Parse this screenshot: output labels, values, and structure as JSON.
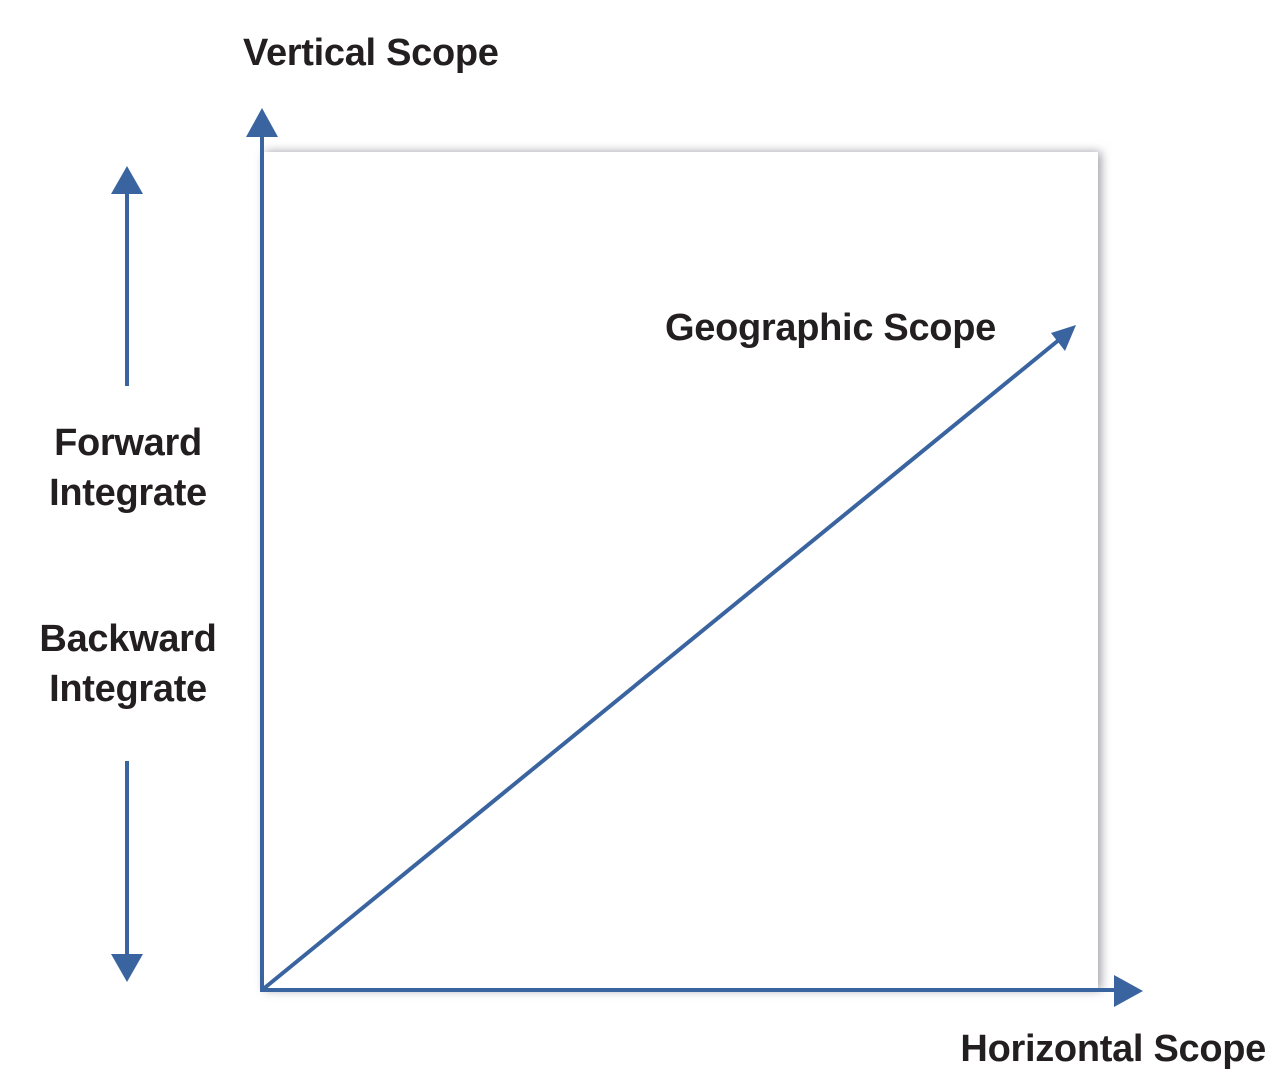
{
  "diagram": {
    "accent_color": "#3a64a0",
    "text_color": "#231f20",
    "frame_shadow_color": "#9a9aa4",
    "labels": {
      "vertical_scope": "Vertical Scope",
      "horizontal_scope": "Horizontal Scope",
      "geographic_scope": "Geographic Scope",
      "forward_integrate": {
        "line1": "Forward",
        "line2": "Integrate"
      },
      "backward_integrate": {
        "line1": "Backward",
        "line2": "Integrate"
      }
    }
  }
}
